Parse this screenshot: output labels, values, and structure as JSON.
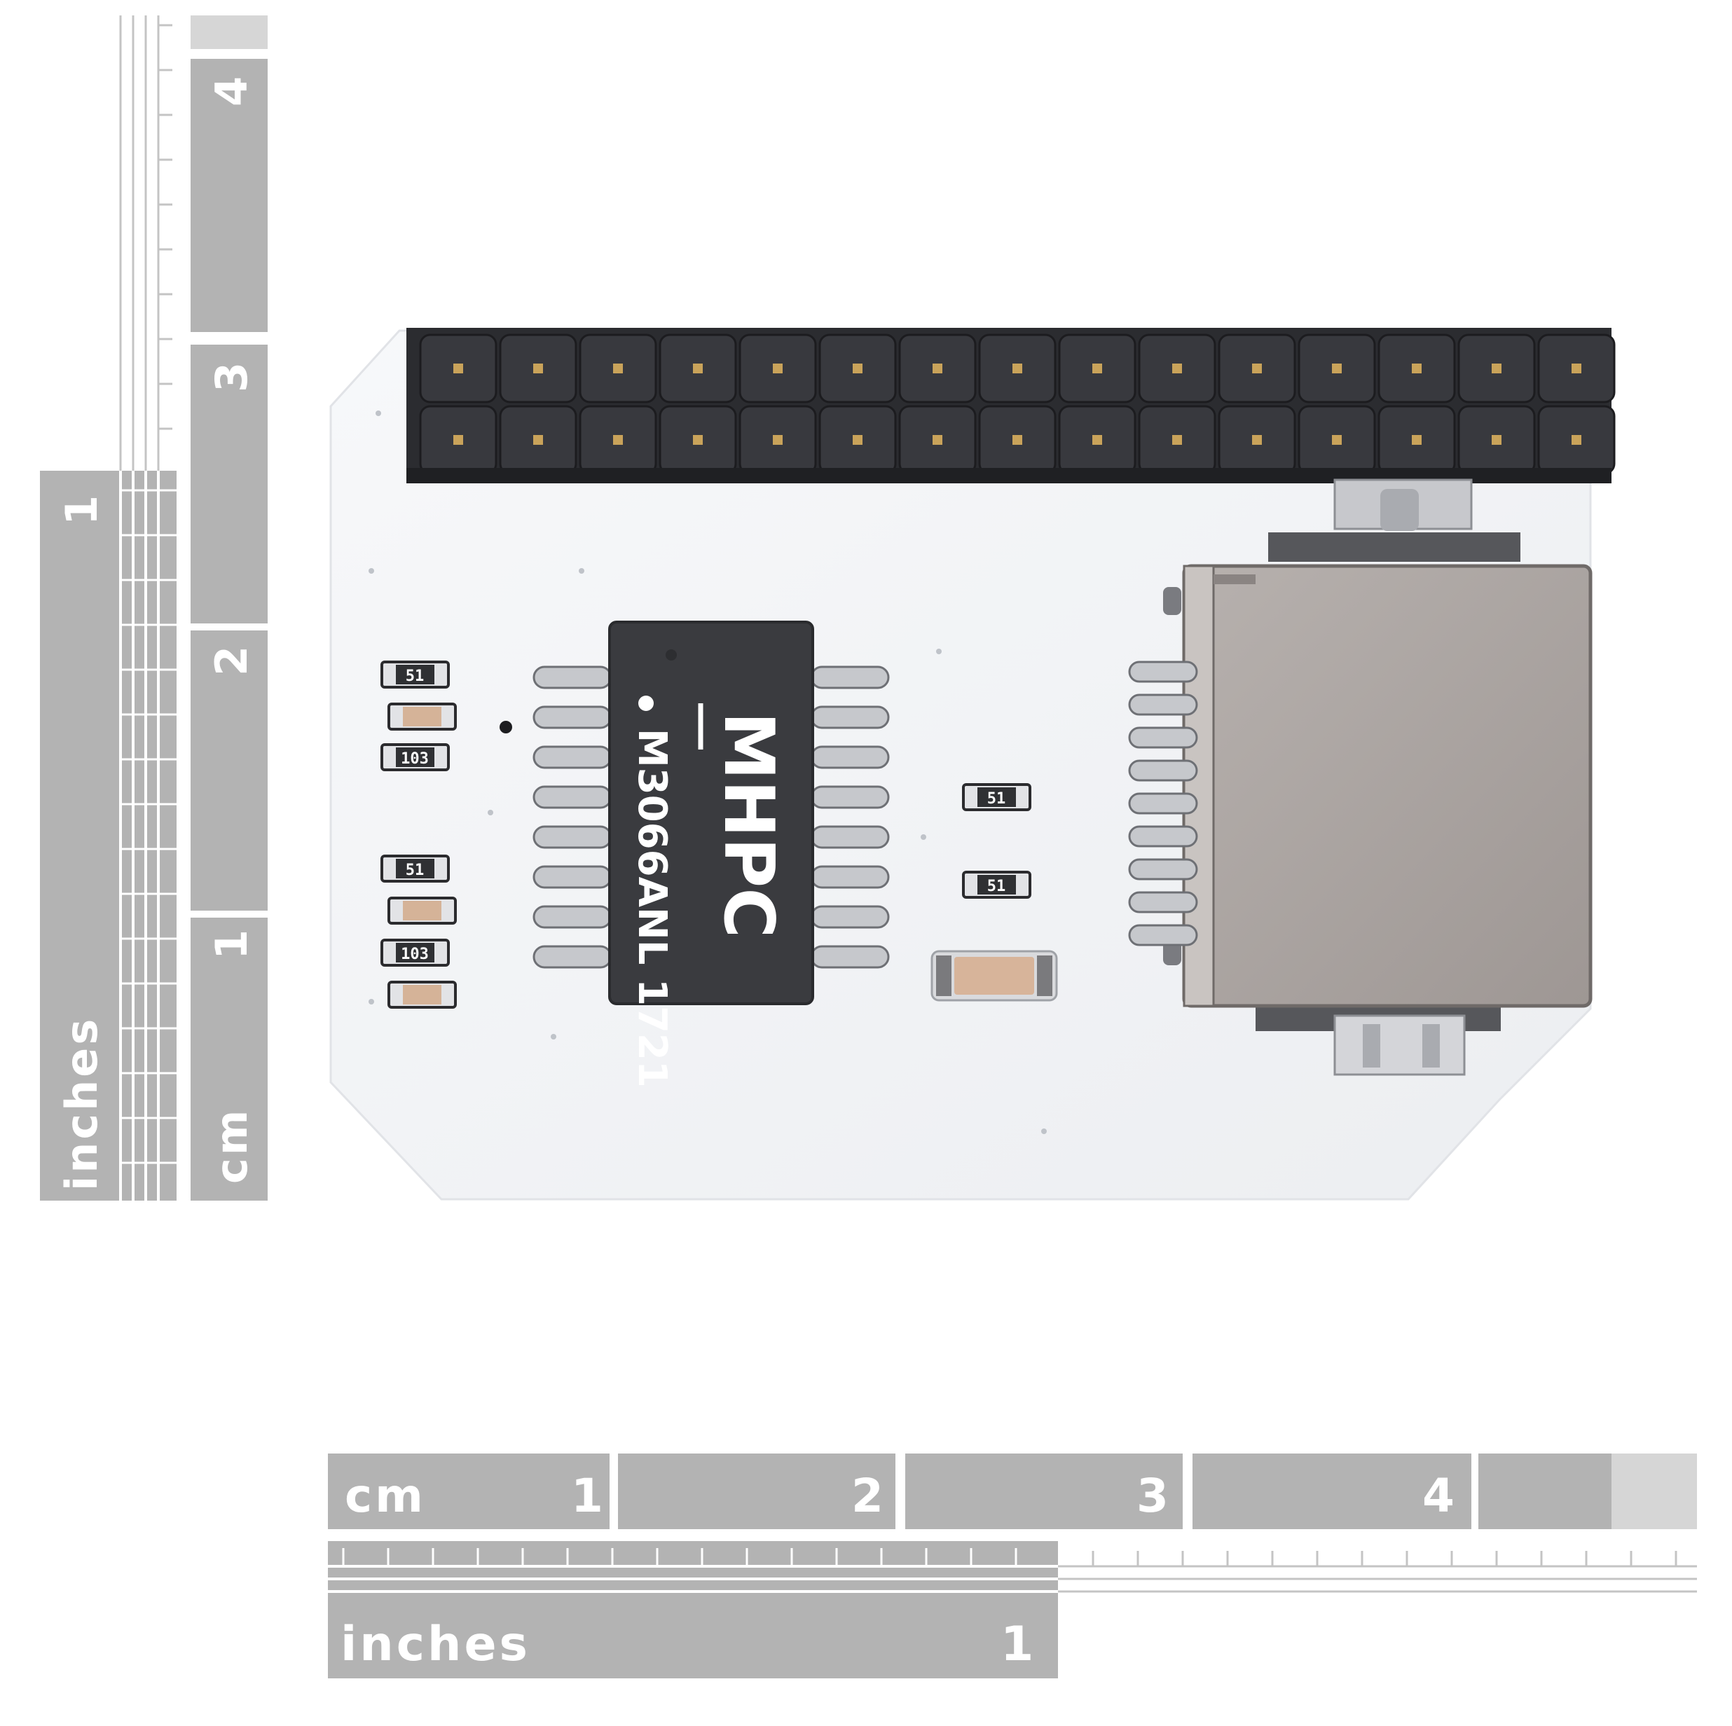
{
  "rulers": {
    "left_inch": {
      "unit": "inches",
      "numbers": [
        "1"
      ]
    },
    "left_cm": {
      "unit": "cm",
      "numbers": [
        "1",
        "2",
        "3",
        "4"
      ]
    },
    "bottom_cm": {
      "unit": "cm",
      "numbers": [
        "1",
        "2",
        "3",
        "4"
      ]
    },
    "bottom_inch": {
      "unit": "inches",
      "numbers": [
        "1"
      ]
    }
  },
  "chip": {
    "brand": "MHPC",
    "part_number": "M3066ANL 1721"
  },
  "silkscreen": {
    "r1": "51",
    "r2": "",
    "r3": "103",
    "r4": "51",
    "r5": "",
    "r6": "103",
    "r7": "",
    "r8": "51",
    "r9": "51"
  },
  "colors": {
    "ruler_gray": "#b3b3b3",
    "ruler_light": "#d6d6d6",
    "board_white": "#f3f4f6",
    "header_black": "#2b2c30",
    "chip_body": "#3a3b3f",
    "sd_metal": "#a9a3a0"
  }
}
